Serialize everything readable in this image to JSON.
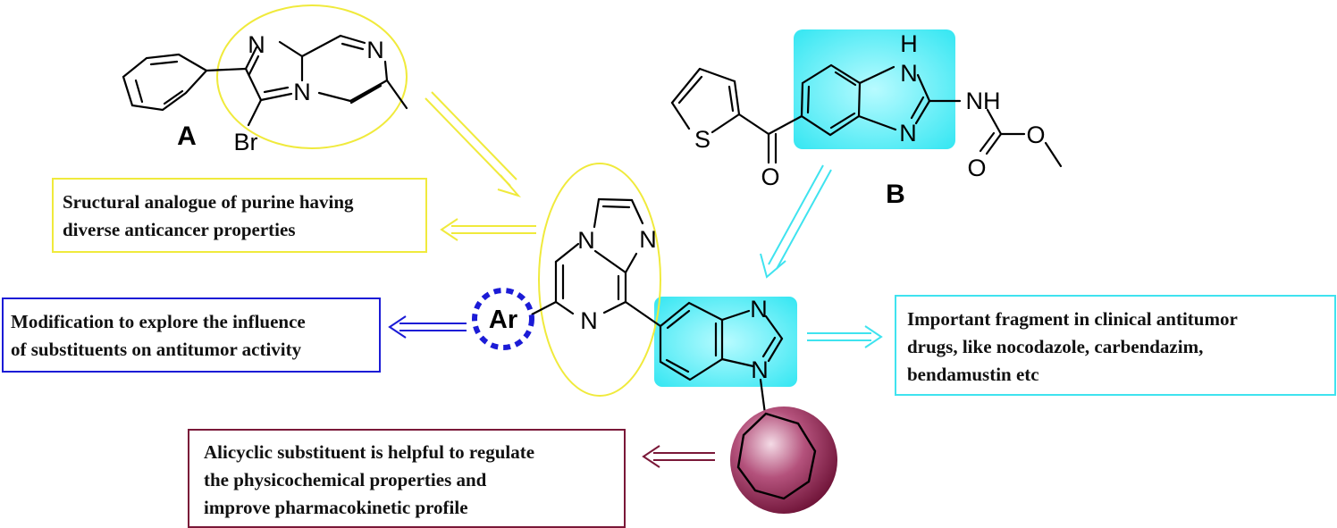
{
  "labels": {
    "compound_a": "A",
    "compound_b": "B",
    "ar": "Ar"
  },
  "atoms": {
    "n": "N",
    "nh": "NH",
    "h": "H",
    "o": "O",
    "s": "S",
    "br": "Br"
  },
  "notes": {
    "purine": [
      "Sructural analogue of purine having",
      "diverse anticancer properties"
    ],
    "modification": [
      "Modification to explore the influence",
      "of substituents on antitumor activity"
    ],
    "fragment": [
      "Important fragment in clinical antitumor",
      "drugs, like nocodazole, carbendazim,",
      "bendamustin etc"
    ],
    "alicyclic": [
      "Alicyclic substituent is helpful to regulate",
      "the physicochemical properties and",
      "improve pharmacokinetic profile"
    ]
  },
  "colors": {
    "yellow": "#f0ea3c",
    "blue": "#1b1bd6",
    "cyan": "#3fe3ef",
    "highlight_cyan": "#5cf0f8",
    "maroon": "#7a1838",
    "sphere_maroon": "#8e1f4a"
  }
}
